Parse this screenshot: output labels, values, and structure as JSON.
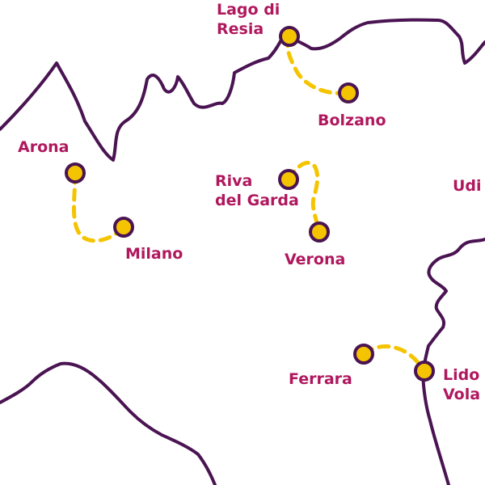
{
  "colors": {
    "border": "#4a1452",
    "route": "#f5c400",
    "marker_fill": "#f5c400",
    "marker_stroke": "#4a1452",
    "label": "#b0185e",
    "background": "#ffffff"
  },
  "routes": [
    {
      "from": {
        "name": [
          "Arona"
        ]
      },
      "to": {
        "name": [
          "Milano"
        ]
      }
    },
    {
      "from": {
        "name": [
          "Lago di",
          "Resia"
        ]
      },
      "to": {
        "name": [
          "Bolzano"
        ]
      }
    },
    {
      "from": {
        "name": [
          "Riva",
          "del Garda"
        ]
      },
      "to": {
        "name": [
          "Verona"
        ]
      }
    },
    {
      "from": {
        "name": [
          "Ferrara"
        ]
      },
      "to": {
        "name": [
          "Lido",
          "Vola"
        ]
      }
    }
  ],
  "edge_labels": {
    "udine": "Udi"
  }
}
